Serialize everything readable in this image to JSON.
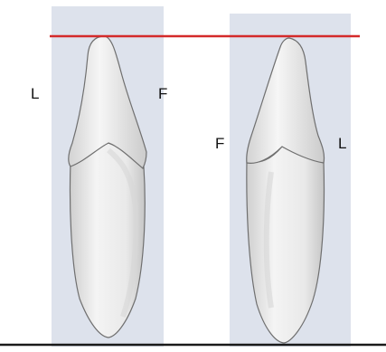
{
  "labels": {
    "left_tooth_lingual": "L",
    "left_tooth_facial": "F",
    "right_tooth_facial": "F",
    "right_tooth_lingual": "L"
  },
  "colors": {
    "reference_line": "#d42a2a",
    "baseline": "#1a1a1a",
    "column_band": "#dde2ec",
    "tooth_fill": "#f1f1f1",
    "tooth_shade": "#c9c9c9",
    "tooth_outline": "#6f6f6f"
  }
}
